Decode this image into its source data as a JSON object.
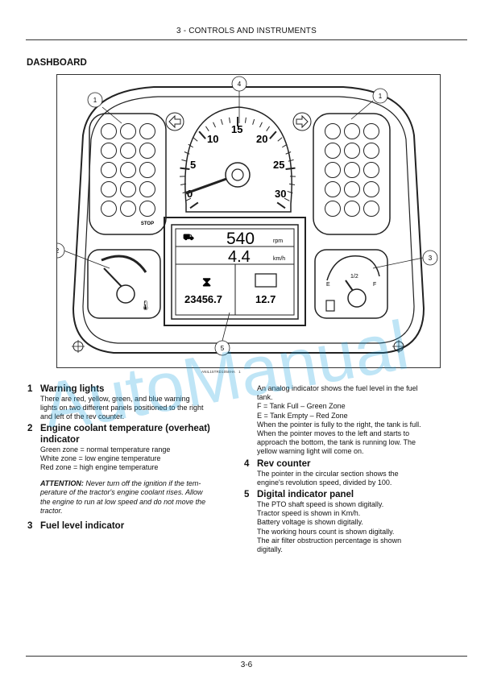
{
  "header": {
    "title": "3 - CONTROLS AND INSTRUMENTS"
  },
  "section": {
    "title": "DASHBOARD"
  },
  "figure": {
    "callouts": [
      "1",
      "1",
      "2",
      "3",
      "4",
      "5"
    ],
    "caption": "ANIL15TRD1058HA",
    "caption_num": "1",
    "rev_counter": {
      "ticks": [
        "0",
        "5",
        "10",
        "15",
        "20",
        "25",
        "30"
      ]
    },
    "display": {
      "pto_speed": "540",
      "pto_unit": "rpm",
      "ground_speed": "4.4",
      "speed_unit": "km/h",
      "hours": "23456.7",
      "voltage": "12.7"
    },
    "fuel_gauge": {
      "empty": "E",
      "half": "1/2",
      "full": "F"
    },
    "stop_label": "STOP"
  },
  "left_column": {
    "items": [
      {
        "num": "1",
        "title": "Warning lights",
        "text": [
          "There are red, yellow, green, and blue warning",
          "lights on two different panels positioned to the right",
          "and left of the rev counter."
        ]
      },
      {
        "num": "2",
        "title_line1": "Engine coolant temperature (overheat)",
        "title_line2": "indicator",
        "text": [
          "Green zone = normal temperature range",
          "White zone = low engine temperature",
          "Red zone = high engine temperature"
        ],
        "note_label": "ATTENTION:",
        "note_lines": [
          " Never turn off the ignition if the tem-",
          "perature of the tractor's engine coolant rises.  Allow",
          "the engine to run at low speed and do not move the",
          "tractor."
        ]
      },
      {
        "num": "3",
        "title": "Fuel level indicator"
      }
    ]
  },
  "right_column": {
    "fuel_text": [
      "An analog indicator shows the fuel level in the fuel",
      "tank.",
      "F = Tank Full – Green Zone",
      "E = Tank Empty – Red Zone",
      "When the pointer is fully to the right, the tank is full.",
      "When the pointer moves to the left and starts to",
      "approach the bottom, the tank is running low.  The",
      "yellow warning light will come on."
    ],
    "items": [
      {
        "num": "4",
        "title": "Rev counter",
        "text": [
          "The pointer in the circular section shows the",
          "engine's revolution speed, divided by 100."
        ]
      },
      {
        "num": "5",
        "title": "Digital indicator panel",
        "text": [
          "The PTO shaft speed is shown digitally.",
          "Tractor speed is shown in Km/h.",
          "Battery voltage is shown digitally.",
          "The working hours count is shown digitally.",
          "The air filter obstruction percentage is shown",
          "digitally."
        ]
      }
    ]
  },
  "footer": {
    "page": "3-6"
  },
  "watermark": {
    "text": "AutoManual"
  }
}
